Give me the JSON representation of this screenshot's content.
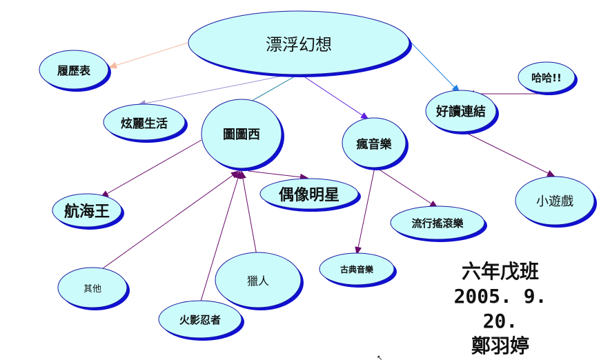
{
  "colors": {
    "node_fill": "#ccfbfc",
    "node_border": "#1a1aa0",
    "node_shadow": "#1010d0"
  },
  "nodes": {
    "root": "漂浮幻想",
    "resume": "履歷表",
    "life": "炫麗生活",
    "comics": "圖圖西",
    "music": "瘋音樂",
    "links": "好讀連結",
    "haha": "哈哈!!",
    "games": "小遊戲",
    "pop": "流行搖滾樂",
    "classical": "古典音樂",
    "onepiece": "航海王",
    "idols": "偶像明星",
    "other": "其他",
    "naruto": "火影忍者",
    "hunter": "獵人"
  },
  "signature": {
    "class": "六年戊班",
    "date": "2005. 9. 20.",
    "name": "鄭羽婷"
  }
}
